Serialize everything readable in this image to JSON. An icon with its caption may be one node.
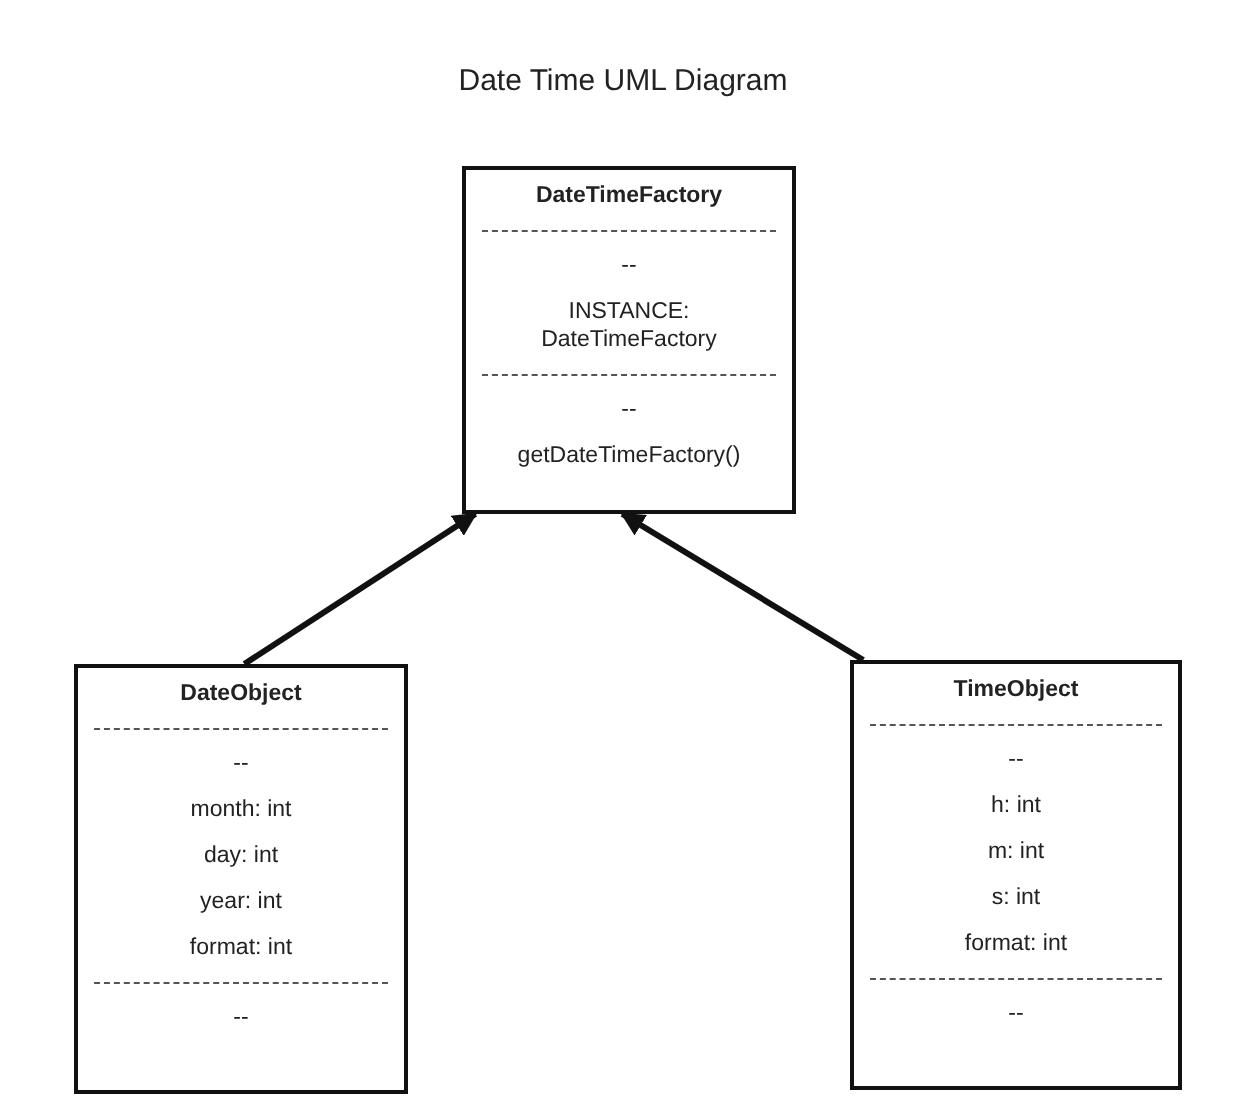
{
  "diagram": {
    "title": "Date Time UML Diagram",
    "nodes": [
      {
        "text": [
          "DateTimeFactory",
          "--",
          "INSTANCE: DateTimeFactory",
          "--",
          "getDateTimeFactory()"
        ]
      },
      {
        "text": [
          "DateObject",
          "--",
          "month: int",
          "day: int",
          "year: int",
          "format: int",
          "--"
        ]
      },
      {
        "text": [
          "TimeObject",
          "--",
          "h: int",
          "m: int",
          "s: int",
          "format: int",
          "--"
        ]
      }
    ],
    "edges": [
      {
        "from": 1,
        "to": 0,
        "arrow": "to"
      },
      {
        "from": 2,
        "to": 0,
        "arrow": "to"
      }
    ]
  }
}
